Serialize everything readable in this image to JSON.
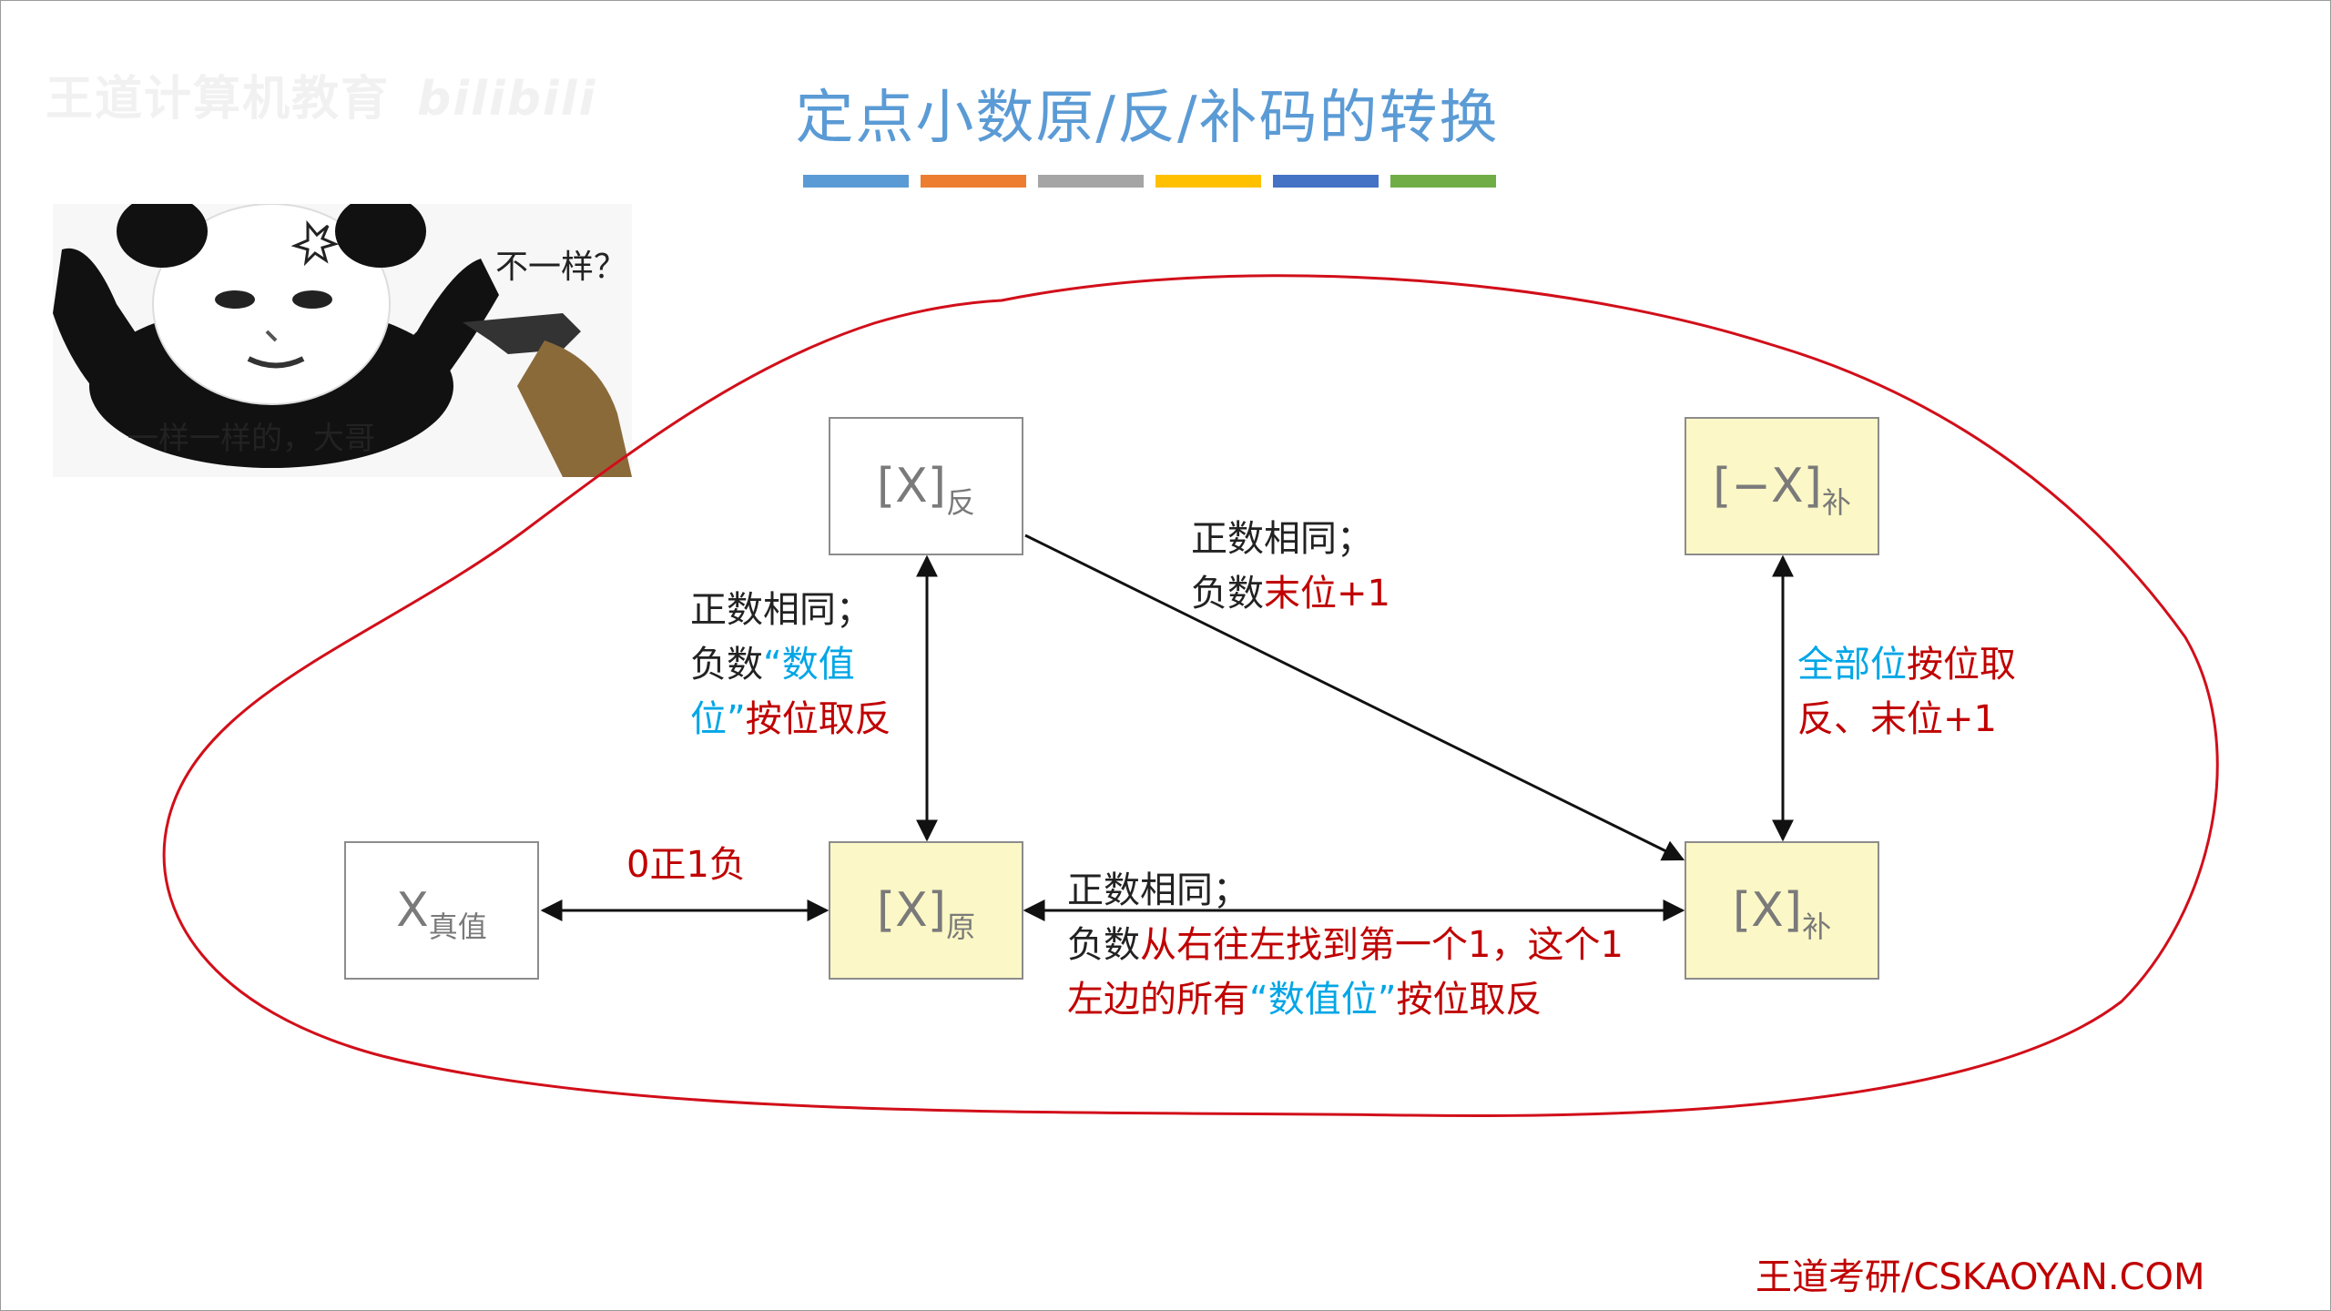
{
  "title": "定点小数原/反/补码的转换",
  "watermark": {
    "text": "王道计算机教育",
    "brand": "bilibili"
  },
  "color_bars": [
    "#5b9bd5",
    "#ed7d31",
    "#a5a5a5",
    "#ffc000",
    "#4472c4",
    "#70ad47"
  ],
  "meme": {
    "caption_top": "不一样？",
    "caption_bottom": "一样一样的，大哥",
    "icon": "panda-meme-icon"
  },
  "boxes": {
    "true_value": {
      "main": "X",
      "sub": "真值"
    },
    "original": {
      "main": "[X]",
      "sub": "原"
    },
    "ones_complement": {
      "main": "[X]",
      "sub": "反"
    },
    "twos_complement": {
      "main": "[X]",
      "sub": "补"
    },
    "neg_twos_complement": {
      "main": "[−X]",
      "sub": "补"
    }
  },
  "labels": {
    "sign_rule": "0正1负",
    "orig_to_ones": {
      "line1": "正数相同；",
      "line2_a": "负数",
      "line2_b": "“数值",
      "line3_a": "位”",
      "line3_b": "按位取反"
    },
    "ones_to_twos": {
      "line1": "正数相同；",
      "line2_a": "负数",
      "line2_b": "末位+1"
    },
    "twos_to_neg": {
      "line1_a": "全部位",
      "line1_b": "按位取",
      "line2": "反、末位+1"
    },
    "orig_to_twos": {
      "line1": "正数相同；",
      "line2_a": "负数",
      "line2_b": "从右往左找到第一个1，这个1",
      "line3_a": "左边的所有",
      "line3_b": "“数值位”",
      "line3_c": "按位取反"
    }
  },
  "footer": "王道考研/CSKAOYAN.COM",
  "colors": {
    "accent_title": "#5b9bd5",
    "annotation_red": "#c00000",
    "highlight_cyan": "#00a6e6",
    "box_yellow": "#fbf7c6"
  }
}
